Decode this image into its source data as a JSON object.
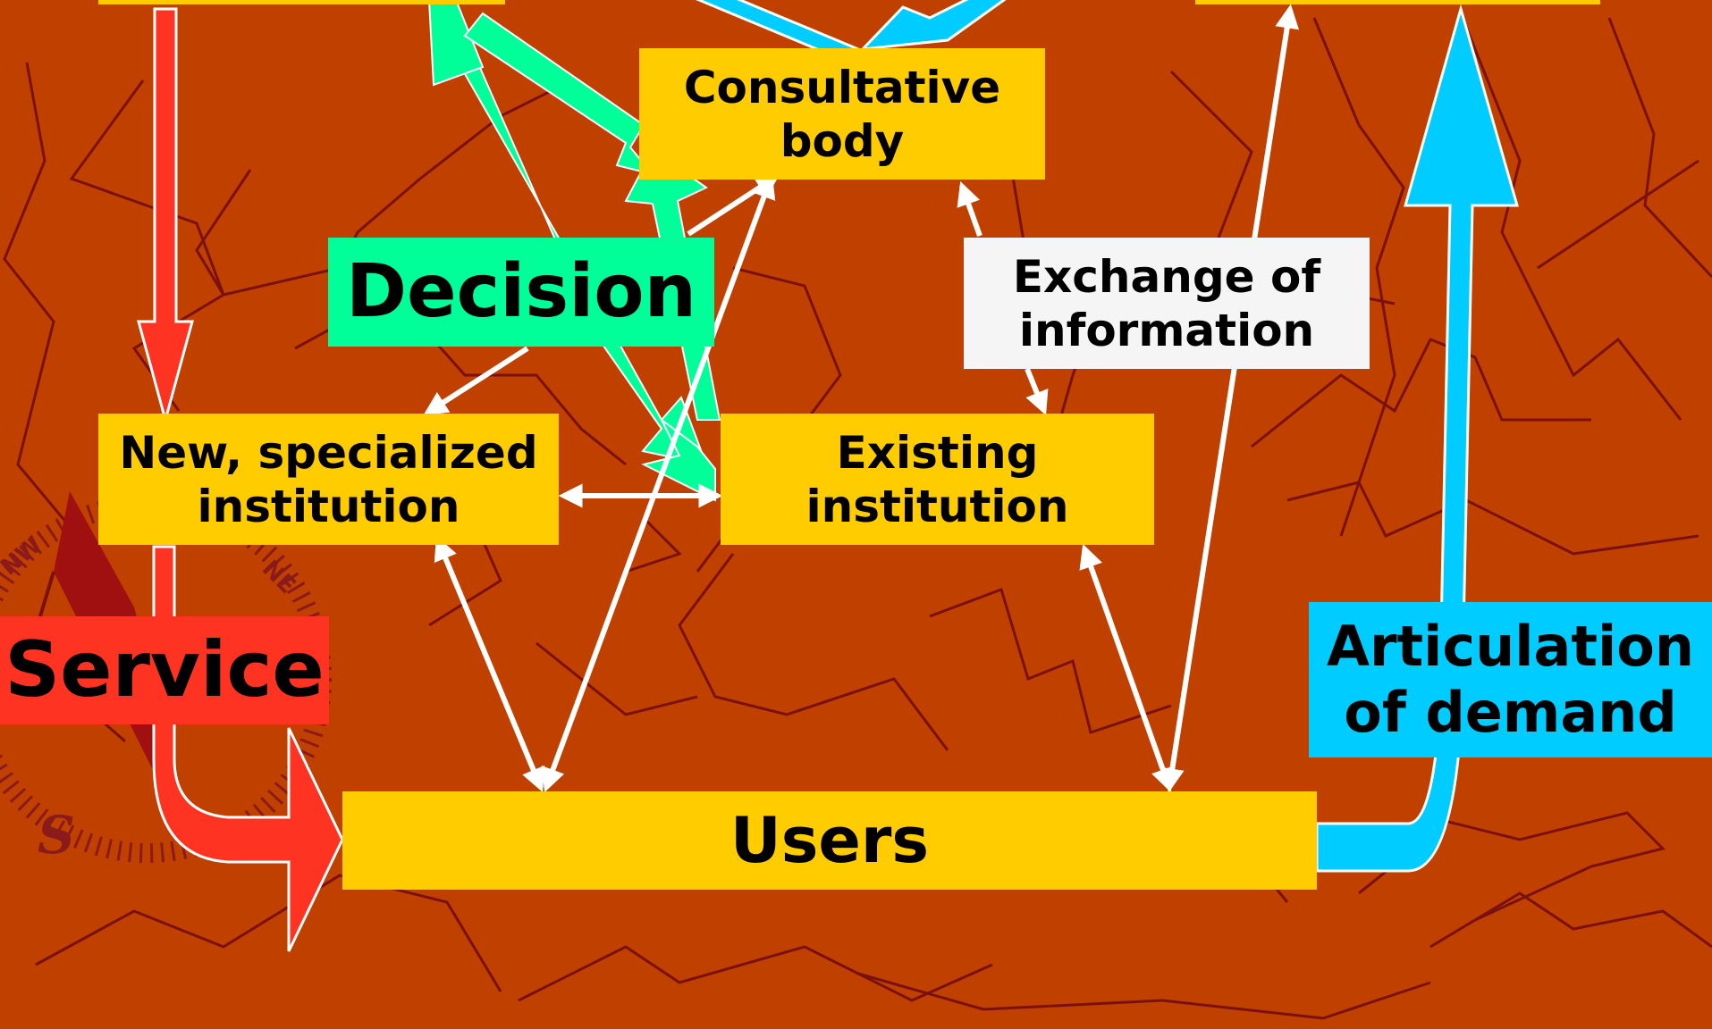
{
  "diagram": {
    "nodes": {
      "consultative_body": {
        "line1": "Consultative",
        "line2": "body"
      },
      "new_specialized_institution": {
        "line1": "New, specialized",
        "line2": "institution"
      },
      "existing_institution": {
        "line1": "Existing",
        "line2": "institution"
      },
      "users": {
        "label": "Users"
      },
      "exchange_of_information": {
        "line1": "Exchange of",
        "line2": "information"
      }
    },
    "flow_labels": {
      "decision": "Decision",
      "service": "Service",
      "articulation_of_demand": {
        "line1": "Articulation",
        "line2": "of demand"
      }
    },
    "compass": {
      "nw": "NW",
      "ne": "NE",
      "s": "S"
    }
  },
  "colors": {
    "background": "#c04000",
    "box": "#ffcc00",
    "decision": "#00ff99",
    "service": "#ff3322",
    "demand": "#00ccff",
    "exchange": "#f5f5f5",
    "map_lines": "#7a1010"
  }
}
